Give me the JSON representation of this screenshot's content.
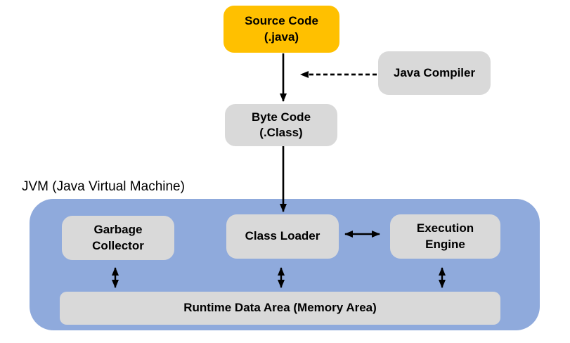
{
  "jvm": {
    "title": "JVM (Java Virtual Machine)"
  },
  "nodes": {
    "source": {
      "line1": "Source Code",
      "line2": "(.java)"
    },
    "compiler": {
      "label": "Java Compiler"
    },
    "bytecode": {
      "line1": "Byte Code",
      "line2": "(.Class)"
    },
    "garbage": {
      "line1": "Garbage",
      "line2": "Collector"
    },
    "classloader": {
      "label": "Class Loader"
    },
    "execution": {
      "line1": "Execution",
      "line2": "Engine"
    },
    "runtime": {
      "label": "Runtime Data Area (Memory Area)"
    }
  },
  "colors": {
    "source_fill": "#FFC000",
    "node_fill": "#D9D9D9",
    "jvm_fill": "#8FAADC",
    "arrow": "#000000"
  }
}
